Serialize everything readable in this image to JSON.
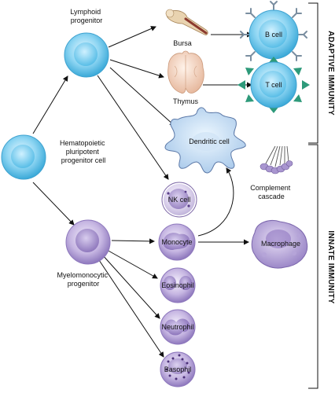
{
  "cells": {
    "hsc": [
      "Hematopoietic",
      "pluripotent",
      "progenitor cell"
    ],
    "lymphoid": [
      "Lymphoid",
      "progenitor"
    ],
    "myelo": [
      "Myelomonocytic",
      "progenitor"
    ],
    "bursa": "Bursa",
    "thymus": "Thymus",
    "b_cell": "B cell",
    "t_cell": "T cell",
    "dendritic": "Dendritic cell",
    "nk": "NK cell",
    "complement": [
      "Complement",
      "cascade"
    ],
    "monocyte": "Monocyte",
    "macrophage": "Macrophage",
    "eosinophil": "Eosinophil",
    "neutrophil": "Neutrophil",
    "basophil": "Basophil"
  },
  "sections": {
    "adaptive": "ADAPTIVE IMMUNITY",
    "innate": "INNATE IMMUNITY"
  },
  "colors": {
    "blue_cell": "#5cc4ea",
    "purple_cell": "#b7a3d6",
    "green_spike": "#2e9a7a",
    "thymus": "#f2d4c0"
  }
}
